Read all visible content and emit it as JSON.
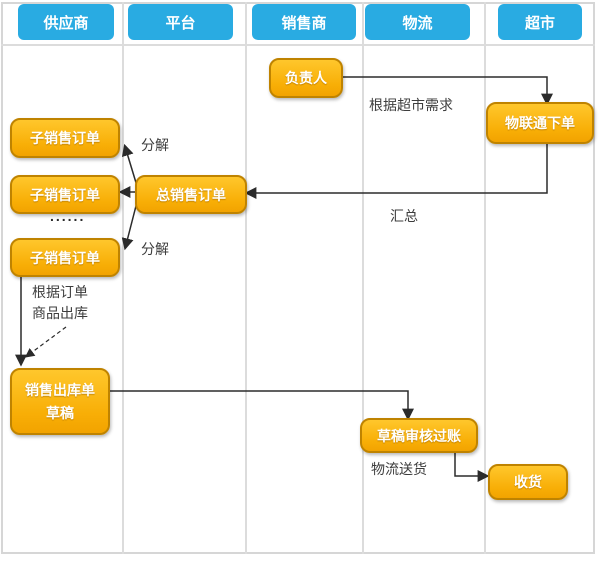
{
  "lanes": [
    {
      "label": "供应商"
    },
    {
      "label": "平台"
    },
    {
      "label": "销售商"
    },
    {
      "label": "物流"
    },
    {
      "label": "超市"
    }
  ],
  "nodes": {
    "manager": {
      "label": "负责人"
    },
    "iot_order": {
      "label": "物联通下单"
    },
    "sub_order_1": {
      "label": "子销售订单"
    },
    "sub_order_2": {
      "label": "子销售订单"
    },
    "sub_order_3": {
      "label": "子销售订单"
    },
    "total_order": {
      "label": "总销售订单"
    },
    "outbound_draft": {
      "line1": "销售出库单",
      "line2": "草稿"
    },
    "draft_audit": {
      "label": "草稿审核过账"
    },
    "receive": {
      "label": "收货"
    }
  },
  "labels": {
    "per_demand": "根据超市需求",
    "decompose_top": "分解",
    "summarize": "汇总",
    "ellipsis": "......",
    "decompose_bottom": "分解",
    "per_order": "根据订单",
    "goods_outbound": "商品出库",
    "logistics_delivery": "物流送货"
  },
  "colors": {
    "lane_header_bg": "#29ABE2",
    "node_fill_top": "#FFC72C",
    "node_fill_bottom": "#F2A300",
    "node_border": "#BF8300",
    "node_text": "#FFFFFF",
    "arrow": "#2B2B2B",
    "grid_line": "#DCDCDC",
    "label_text": "#3D3D3D"
  }
}
